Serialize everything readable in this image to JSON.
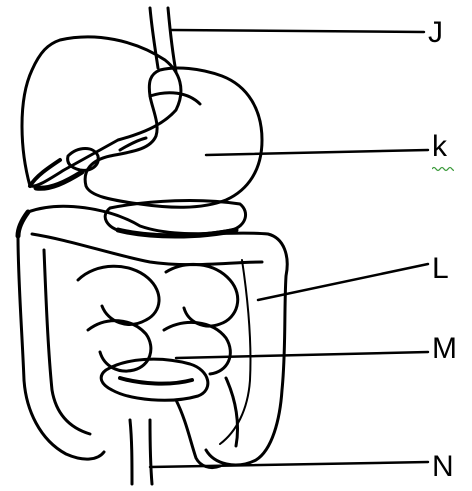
{
  "labels": {
    "j": "J",
    "k": "k",
    "l": "L",
    "m": "M",
    "n": "N"
  },
  "colors": {
    "stroke": "#000000",
    "background": "#ffffff",
    "spellcheck": "#3a9a3a"
  }
}
